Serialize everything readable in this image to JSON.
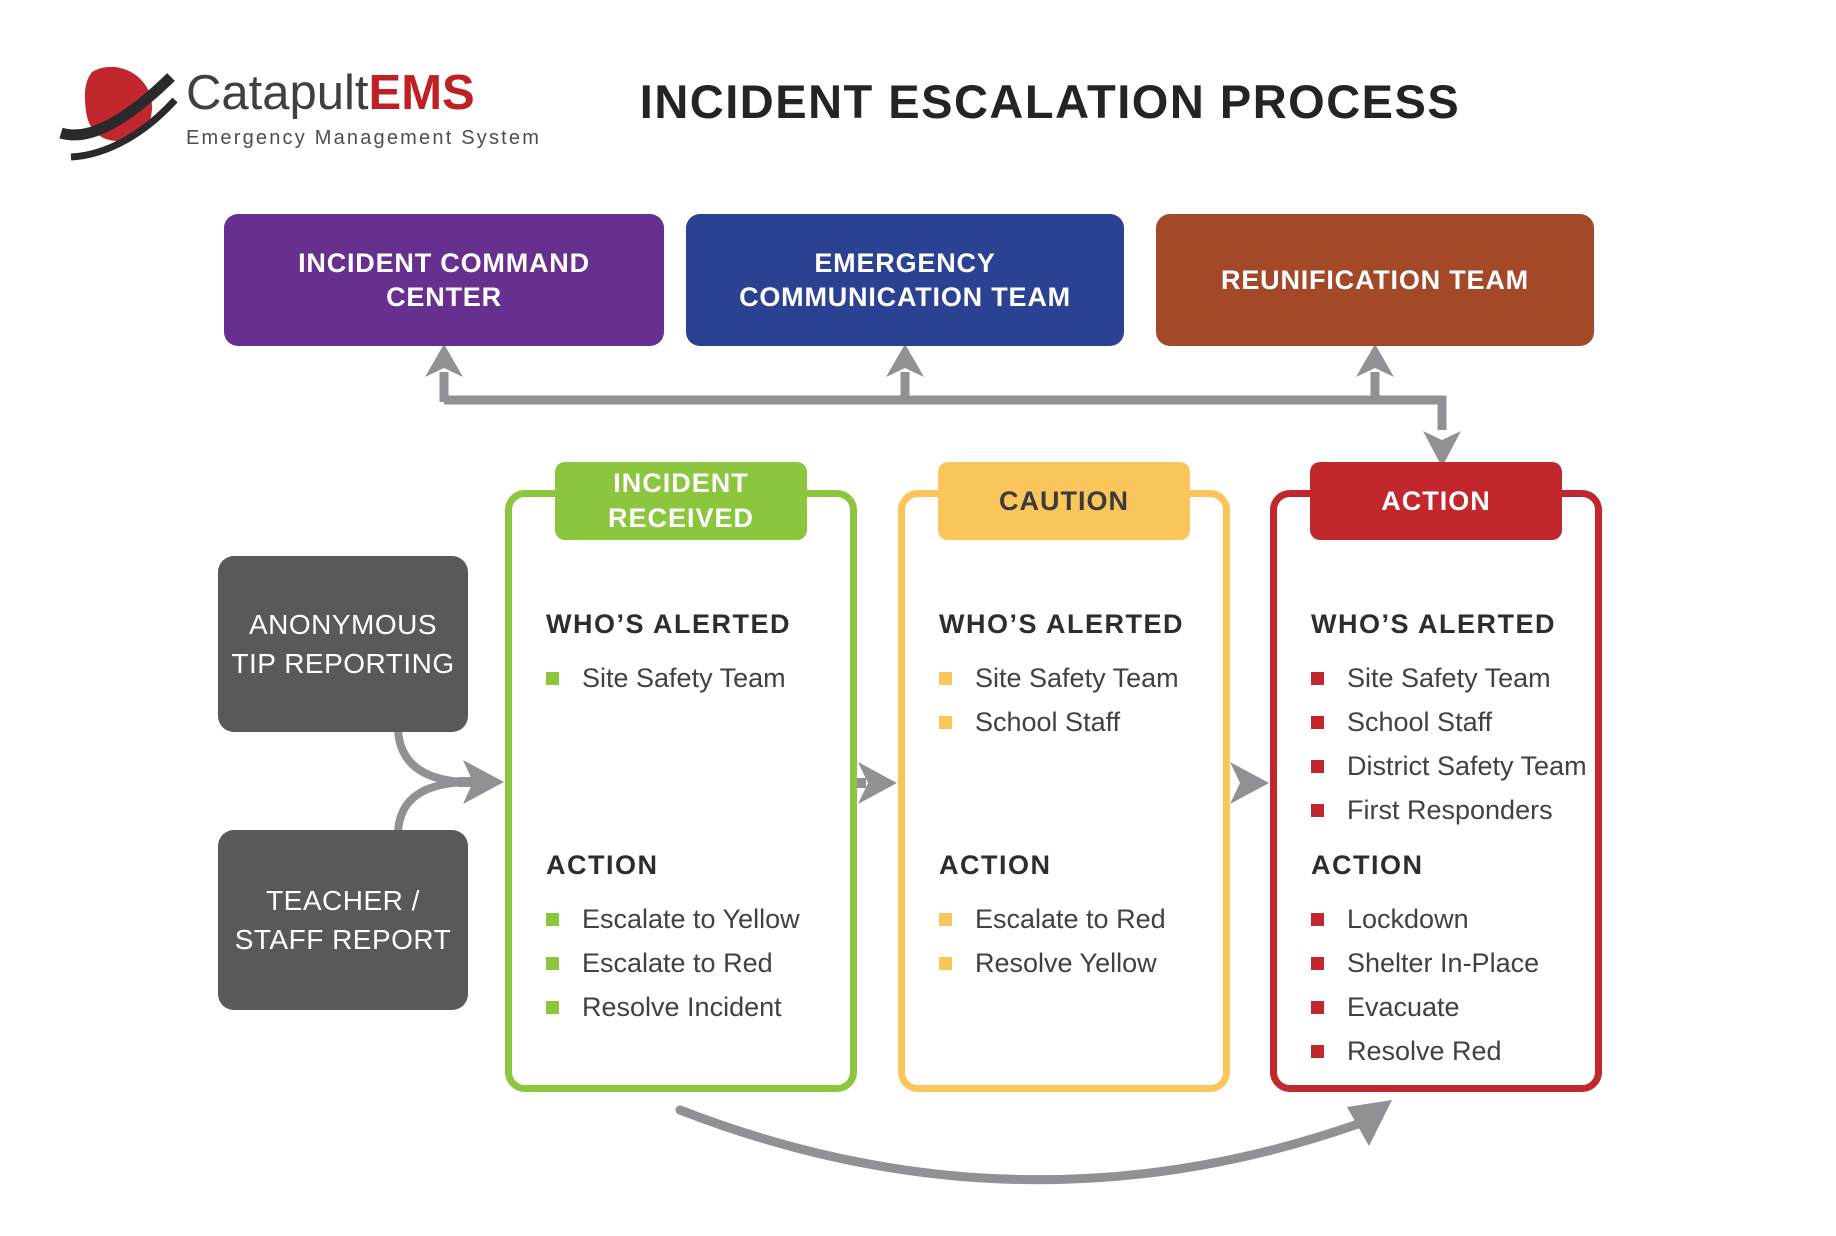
{
  "logo": {
    "brand_catapult": "Catapult",
    "brand_ems": "EMS",
    "tagline": "Emergency Management System",
    "brand_red": "#BE2026"
  },
  "title": "INCIDENT ESCALATION PROCESS",
  "teams": [
    {
      "name": "incident-command-center",
      "lines": [
        "INCIDENT COMMAND",
        "CENTER"
      ],
      "color": "#67308F"
    },
    {
      "name": "emergency-communication-team",
      "lines": [
        "EMERGENCY",
        "COMMUNICATION TEAM"
      ],
      "color": "#2A4291"
    },
    {
      "name": "reunification-team",
      "lines": [
        "REUNIFICATION TEAM"
      ],
      "color": "#A3492A"
    }
  ],
  "sources": [
    {
      "name": "anonymous-tip-reporting",
      "lines": [
        "ANONYMOUS",
        "TIP REPORTING"
      ],
      "color": "#58595B"
    },
    {
      "name": "teacher-staff-report",
      "lines": [
        "TEACHER /",
        "STAFF REPORT"
      ],
      "color": "#58595B"
    }
  ],
  "cards": [
    {
      "name": "incident-received",
      "header_lines": [
        "INCIDENT",
        "RECEIVED"
      ],
      "color": "#8CC63E",
      "alerted_title": "WHO’S ALERTED",
      "alerted": [
        "Site Safety Team"
      ],
      "action_title": "ACTION",
      "actions": [
        "Escalate to Yellow",
        "Escalate to Red",
        "Resolve Incident"
      ]
    },
    {
      "name": "caution",
      "header_lines": [
        "CAUTION"
      ],
      "color": "#FAC55B",
      "alerted_title": "WHO’S ALERTED",
      "alerted": [
        "Site Safety Team",
        "School Staff"
      ],
      "action_title": "ACTION",
      "actions": [
        "Escalate to Red",
        "Resolve Yellow"
      ]
    },
    {
      "name": "action",
      "header_lines": [
        "ACTION"
      ],
      "color": "#C1272D",
      "alerted_title": "WHO’S ALERTED",
      "alerted": [
        "Site Safety Team",
        "School Staff",
        "District Safety Team",
        "First Responders"
      ],
      "action_title": "ACTION",
      "actions": [
        "Lockdown",
        "Shelter In-Place",
        "Evacuate",
        "Resolve Red"
      ]
    }
  ],
  "colors": {
    "arrow_gray": "#8F9194",
    "title_text": "#262324",
    "body_text": "#414042"
  }
}
